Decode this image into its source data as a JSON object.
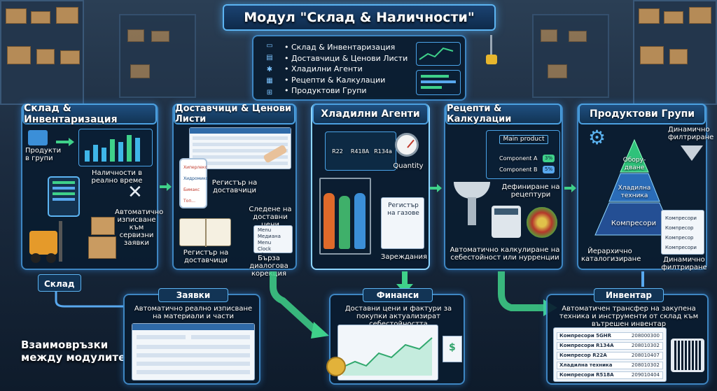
{
  "title": "Модул \"Склад & Наличности\"",
  "menu": {
    "items": [
      "Склад & Инвентаризация",
      "Доставчици & Ценови Листи",
      "Хладилни Агенти",
      "Рецепти & Калкулации",
      "Продуктови Групи"
    ]
  },
  "panels": {
    "sklad": {
      "title": "Склад & Инвентаризация",
      "products": "Продукти в групи",
      "stock": "Наличности в реално време",
      "auto": "Автоматично изписване към сервизни заявки"
    },
    "dostavchici": {
      "title": "Доставчици & Ценови Листи",
      "register": "Регистър на доставчици",
      "tracking": "Следене на доставни цени",
      "register2": "Регистър на доставчици",
      "quick": "Бърза диалогова корекция",
      "vendors": [
        "Хиперлекс",
        "Хидромикс",
        "Бимакс",
        "Топ..."
      ],
      "menu": [
        "Menu",
        "Медиана",
        "Menu",
        "Clock обмяна"
      ]
    },
    "hladilni": {
      "title": "Хладилни Агенти",
      "gases": [
        "R22",
        "R418A",
        "R134a"
      ],
      "quantity": "Quantity",
      "register": "Регистър на газове",
      "charging": "Зареждания"
    },
    "recepti": {
      "title": "Рецепти & Калкулации",
      "main_product": "Main product",
      "component_a": "Component A",
      "component_a_pct": "3%",
      "component_b": "Component B",
      "component_b_pct": "5%",
      "define": "Дефиниране на рецептури",
      "auto_calc": "Автоматично калкулиране на себестойност или нурренции"
    },
    "produktovi": {
      "title": "Продуктови Групи",
      "dynamic": "Динамично филтриране",
      "levels": [
        "Обору-дване",
        "Хладилна техника",
        "Компресори"
      ],
      "hier": "Йерархично каталогизиране",
      "dynamic2": "Динамично филтриране",
      "list": [
        "Компресори",
        "Компресор",
        "Компресор",
        "Компресори"
      ]
    }
  },
  "flow": {
    "sklad_label": "Склад",
    "interactions": "Взаимовръзки между модулите",
    "zayavki": {
      "title": "Заявки",
      "desc": "Автоматично реално изписване на материали и части"
    },
    "finansi": {
      "title": "Финанси",
      "desc": "Доставни цени и фактури за покупки актуализират себестойността"
    },
    "inventar": {
      "title": "Инвентар",
      "desc": "Автоматичен трансфер на закупена техника и инструменти от склад към вътрешен инвентар",
      "rows": [
        {
          "name": "Компресори 5GHR",
          "code": "208000300"
        },
        {
          "name": "Компресори R134A",
          "code": "208010302"
        },
        {
          "name": "Компресор R22A",
          "code": "208010407"
        },
        {
          "name": "Хладилна техника",
          "code": "208010302"
        },
        {
          "name": "Компресори R518A",
          "code": "209010404"
        }
      ]
    }
  },
  "colors": {
    "accent": "#3fd18a",
    "frame": "#3e86c2",
    "title_bg": "#123455"
  }
}
